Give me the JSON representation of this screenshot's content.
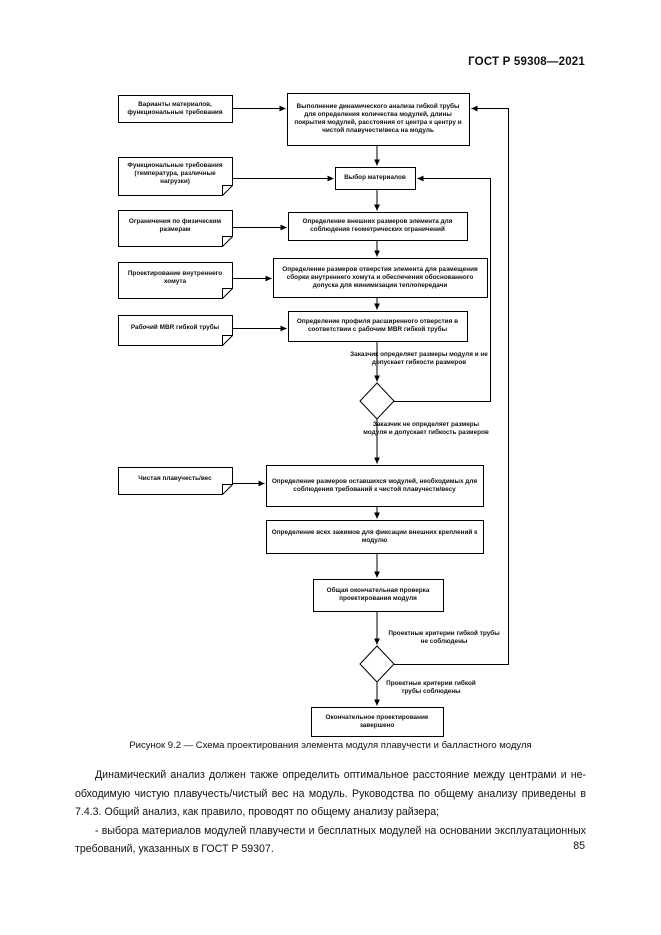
{
  "header": {
    "title": "ГОСТ Р 59308—2021"
  },
  "figure": {
    "caption": "Рисунок 9.2 — Схема проектирования элемента модуля плавучести и балластного модуля",
    "inputs": [
      {
        "label": "Варианты материалов, функциональные требования"
      },
      {
        "label": "Функциональные требования (температура, различные нагрузки)"
      },
      {
        "label": "Ограничения по физическим размерам"
      },
      {
        "label": "Проектирование внутреннего хомута"
      },
      {
        "label": "Рабочий MBR гибкой трубы"
      },
      {
        "label": "Чистая плавучесть/вес"
      }
    ],
    "steps": [
      {
        "label": "Выполнение динамического анализа гибкой трубы для определения количества модулей, длины покрытия модулей, расстояния от центра к центру и чистой плавучести/веса на модуль"
      },
      {
        "label": "Выбор материалов"
      },
      {
        "label": "Определение внешних размеров элемента для соблюдения геометрических ограничений"
      },
      {
        "label": "Определение размеров отверстия элемента для размещения сборки внутреннего хомута и обеспечения обоснованного допуска для минимизации теплопередачи"
      },
      {
        "label": "Определение профиля расширенного отверстия в соответствии с рабочим MBR гибкой трубы"
      },
      {
        "label": "Определение размеров оставшихся модулей, необходимых для соблюдения требований к чистой плавучести/весу"
      },
      {
        "label": "Определение всех зажимов для фиксации внешних креплений к модулю"
      },
      {
        "label": "Общая окончательная проверка проектирования модуля"
      },
      {
        "label": "Окончательное проектирование завершено"
      }
    ],
    "branch_labels": [
      {
        "label": "Заказчик определяет размеры модуля и не допускает гибкости размеров"
      },
      {
        "label": "Заказчик не определяет размеры модуля и допускает гибкость размеров"
      },
      {
        "label": "Проектные критерии гибкой трубы не соблюдены"
      },
      {
        "label": "Проектные критерии гибкой трубы соблюдены"
      }
    ]
  },
  "body": {
    "lines": [
      "Динамический анализ должен также определить оптимальное расстояние между центрами и не-",
      "обходимую чистую плавучесть/чистый вес на модуль. Руководства по общему анализу приведены в",
      "7.4.3. Общий анализ, как правило, проводят по общему анализу райзера;",
      "- выбора материалов модулей плавучести и бесплатных модулей на основании эксплуатационных",
      "требований, указанных в ГОСТ Р 59307."
    ]
  },
  "footer": {
    "page_number": "85"
  }
}
